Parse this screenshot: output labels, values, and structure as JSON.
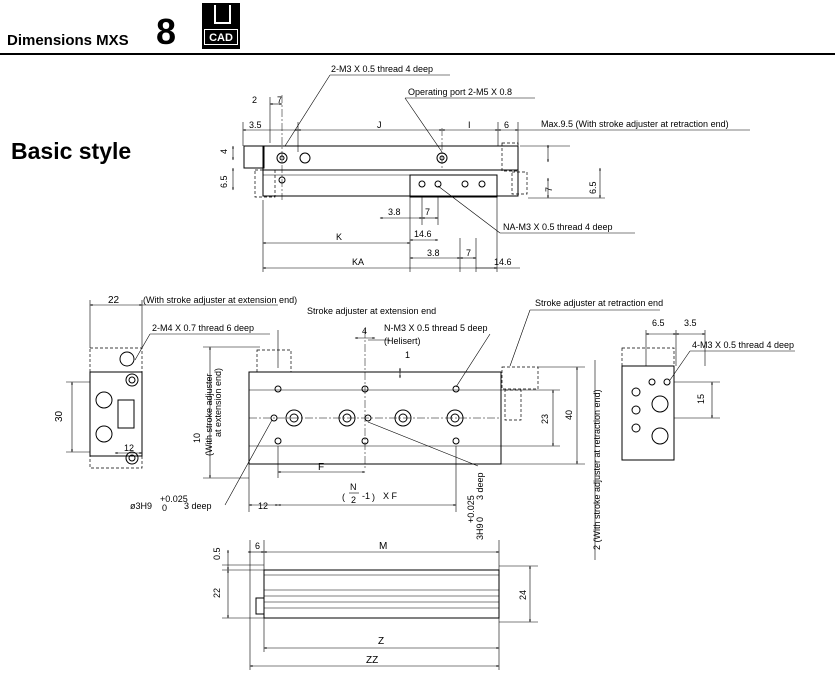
{
  "header": {
    "title": "Dimensions MXS",
    "model_size": "8",
    "cad_badge": "CAD"
  },
  "section_title": "Basic style",
  "labels": {
    "thread_top": "2-M3 X 0.5 thread 4 deep",
    "operating_port": "Operating port 2-M5 X 0.8",
    "max_stroke_adj": "Max.9.5 (With stroke adjuster at retraction end)",
    "na_thread": "NA-M3 X 0.5 thread 4 deep",
    "with_adj_ext": "(With stroke adjuster at extension end)",
    "thread_m4": "2-M4 X 0.7 thread 6 deep",
    "adj_ext_end": "Stroke adjuster at extension end",
    "n_thread": "N-M3 X 0.5 thread 5 deep",
    "helisert": "(Helisert)",
    "adj_ret_end": "Stroke adjuster at retraction end",
    "thread_4m3": "4-M3 X 0.5 thread 4 deep",
    "vert_ext_1": "(With stroke adjuster",
    "vert_ext_2": "at extension end)",
    "vert_ret": "2 (With stroke adjuster at retraction end)",
    "bore_left": "ø3H9",
    "bore_left_tol_upper": "+0.025",
    "bore_left_tol_lower": "0",
    "bore_left_depth": "3 deep",
    "bore_right_prefix": "3H9",
    "bore_right_tol_upper": "+0.025",
    "bore_right_tol_lower": "0",
    "bore_right_depth": "3 deep",
    "formula_n": "N",
    "formula_2": "2",
    "formula_rest": "-1",
    "formula_xf": "X F"
  },
  "dims": {
    "d2": "2",
    "d7a": "7",
    "d3_5a": "3.5",
    "dJ": "J",
    "dI": "I",
    "d6a": "6",
    "d4a": "4",
    "d6_5a": "6.5",
    "d6_5b": "6.5",
    "d7b": "7",
    "d3_8a": "3.8",
    "d7c": "7",
    "d14_6a": "14.6",
    "dK": "K",
    "d3_8b": "3.8",
    "d7d": "7",
    "dKA": "KA",
    "d14_6b": "14.6",
    "d22a": "22",
    "d4b": "4",
    "d1": "1",
    "d6_5c": "6.5",
    "d3_5b": "3.5",
    "d15": "15",
    "d30": "30",
    "d12a": "12",
    "d10": "10",
    "d23": "23",
    "d40": "40",
    "dF": "F",
    "d12b": "12",
    "d0_5": "0.5",
    "d6b": "6",
    "dM": "M",
    "d22b": "22",
    "d24": "24",
    "dZ": "Z",
    "dZZ": "ZZ"
  }
}
